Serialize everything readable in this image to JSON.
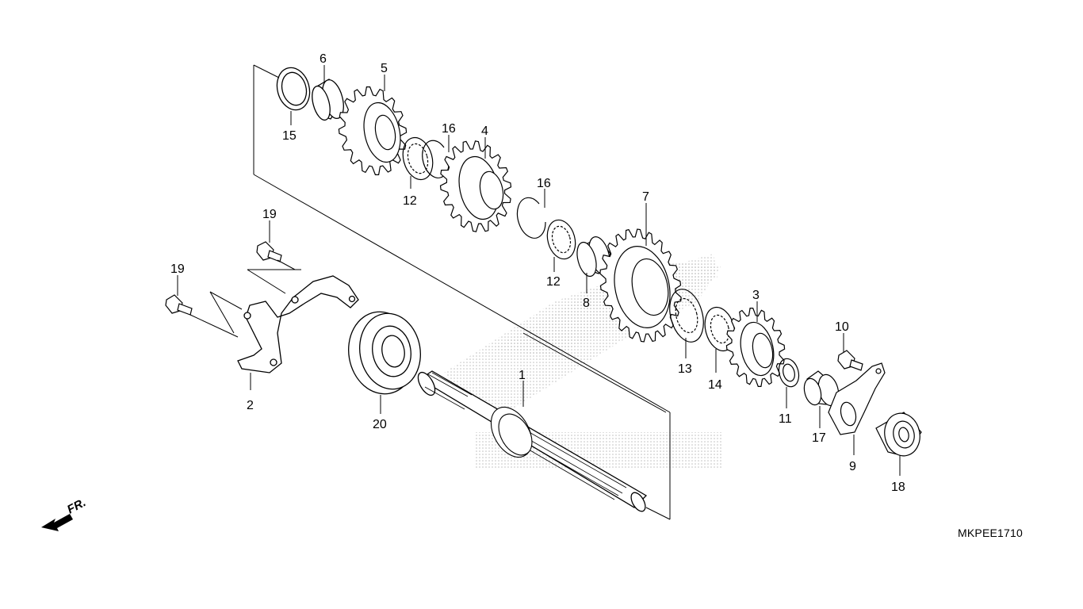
{
  "diagram": {
    "code": "MKPEE1710",
    "direction_label": "FR.",
    "part_numbers": {
      "p1": "1",
      "p2": "2",
      "p3": "3",
      "p4": "4",
      "p5": "5",
      "p6": "6",
      "p7": "7",
      "p8": "8",
      "p9": "9",
      "p10": "10",
      "p11": "11",
      "p12a": "12",
      "p12b": "12",
      "p13": "13",
      "p14": "14",
      "p15": "15",
      "p16a": "16",
      "p16b": "16",
      "p17": "17",
      "p18": "18",
      "p19a": "19",
      "p19b": "19",
      "p20": "20"
    },
    "watermark": "HONDA wing logo",
    "colors": {
      "ink": "#000000",
      "watermark": "#c8c8c8",
      "background": "#ffffff"
    }
  }
}
